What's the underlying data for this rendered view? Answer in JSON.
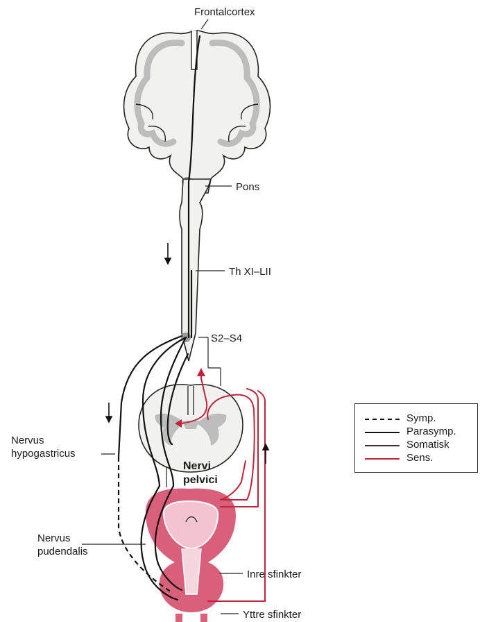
{
  "labels": {
    "frontalcortex": "Frontalcortex",
    "pons": "Pons",
    "th": "Th XI–LII",
    "s2s4": "S2–S4",
    "hypogastricus_1": "Nervus",
    "hypogastricus_2": "hypogastricus",
    "pelvici_1": "Nervi",
    "pelvici_2": "pelvici",
    "pudendalis_1": "Nervus",
    "pudendalis_2": "pudendalis",
    "inre": "Inre sfinkter",
    "yttre": "Yttre sfinkter"
  },
  "legend": {
    "items": [
      {
        "label": "Symp.",
        "style": "dashed",
        "color": "#111111"
      },
      {
        "label": "Parasymp.",
        "style": "solid",
        "color": "#111111"
      },
      {
        "label": "Somatisk",
        "style": "solid",
        "color": "#3a2a3a"
      },
      {
        "label": "Sens.",
        "style": "solid",
        "color": "#c0243a"
      }
    ]
  },
  "colors": {
    "tissue_fill": "#f1f1ef",
    "tissue_outline": "#222222",
    "grey_matter": "#bdbdbd",
    "bladder": "#d9607a",
    "sensory": "#c0243a"
  }
}
